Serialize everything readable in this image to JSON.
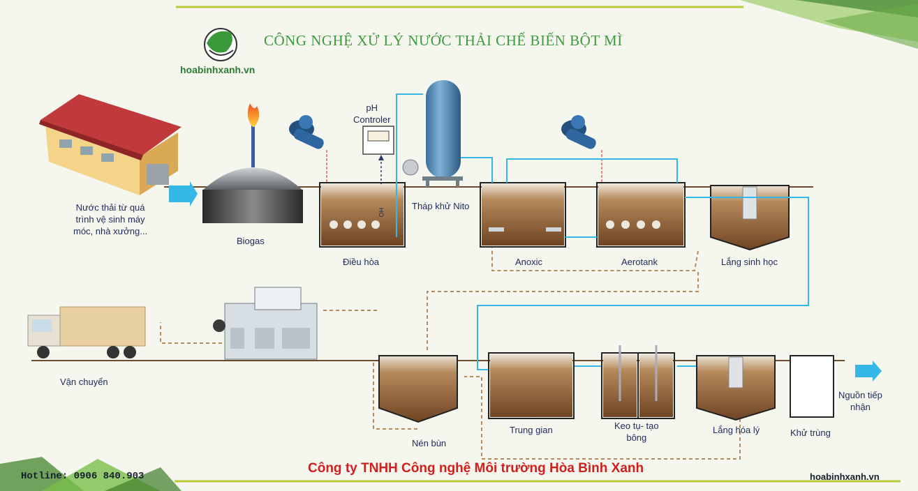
{
  "header": {
    "title": "CÔNG NGHỆ XỬ LÝ NƯỚC THẢI CHẾ BIẾN BỘT MÌ",
    "brand": "hoabinhxanh.vn"
  },
  "labels": {
    "source": [
      "Nước thải từ quá",
      "trình vệ sinh máy",
      "móc, nhà xưởng..."
    ],
    "biogas": "Biogas",
    "ph_controller": [
      "pH",
      "Controler"
    ],
    "oh": "OH",
    "nitrogen_tower": "Tháp khử Nito",
    "equalization": "Điều hòa",
    "anoxic": "Anoxic",
    "aerotank": "Aerotank",
    "bio_settling": "Lắng sinh học",
    "transport": "Vận chuyển",
    "sludge_thickener": "Nén bùn",
    "intermediate": "Trung gian",
    "coagulation": [
      "Keo tụ- tạo",
      "bông"
    ],
    "chem_settling": "Lắng hóa lý",
    "disinfection": "Khử trùng",
    "receiving": [
      "Nguồn tiếp",
      "nhận"
    ]
  },
  "footer": {
    "company": "Công ty TNHH Công nghệ Môi trường Hòa Bình Xanh",
    "hotline": "Hotline: 0906 840.903",
    "website": "hoabinhxanh.vn"
  },
  "colors": {
    "title_green": "#3d9a3d",
    "company_red": "#d0201e",
    "water_blue": "#2fb6ea",
    "sludge_brown": "#a07850",
    "pipe_brown": "#6b4a2e"
  }
}
